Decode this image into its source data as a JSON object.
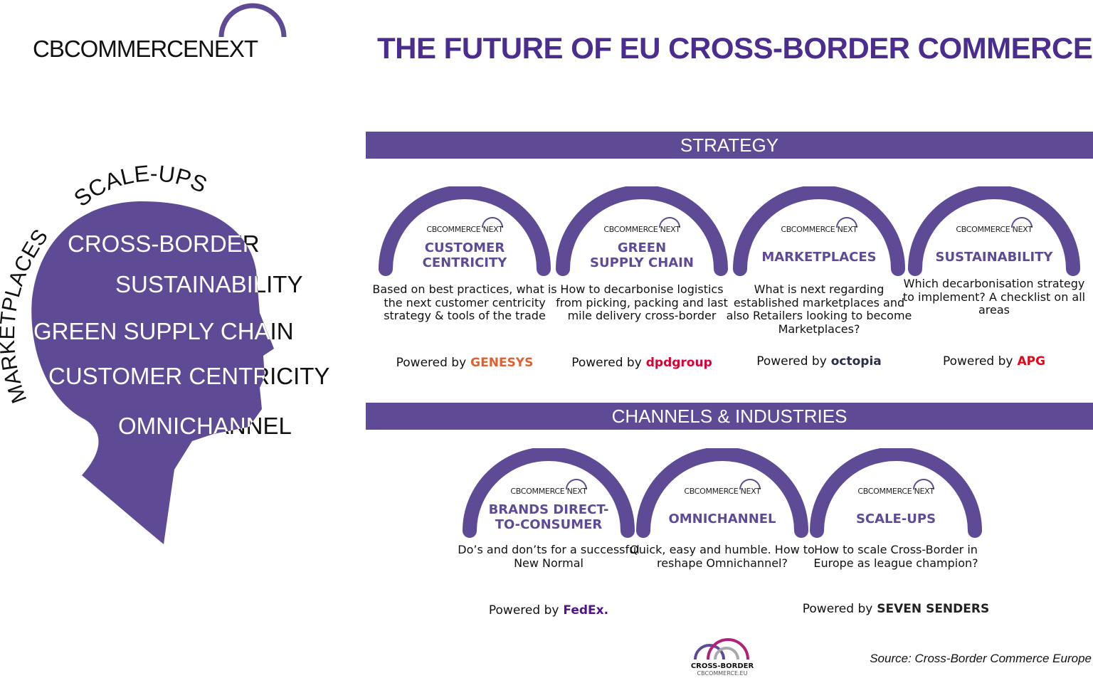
{
  "logo": {
    "cb": "CBCOMMERCE",
    "next": "NEXT"
  },
  "title": "THE FUTURE OF EU CROSS-BORDER COMMERCE",
  "head_words": {
    "scale_ups": "SCALE-UPS",
    "marketplaces": "MARKETPLACES",
    "cross_border": "CROSS-BORDER",
    "sustainability": "SUSTAINABILITY",
    "green_supply_chain": "GREEN SUPPLY CHAIN",
    "customer_centricity": "CUSTOMER CENTRICITY",
    "omnichannel": "OMNICHANNEL"
  },
  "colors": {
    "brand_purple": "#5f4b95",
    "title_purple": "#4a2d8e"
  },
  "sections": [
    {
      "label": "STRATEGY",
      "cards": [
        {
          "mini": "CBCOMMERCE NEXT",
          "title": [
            "CUSTOMER",
            "CENTRICITY"
          ],
          "desc": "Based on best practices, what is the next customer centricity strategy & tools of the trade",
          "powered": "Powered by",
          "sponsor": "GENESYS",
          "sponsor_color": "#e0602f"
        },
        {
          "mini": "CBCOMMERCE NEXT",
          "title": [
            "GREEN",
            "SUPPLY CHAIN"
          ],
          "desc": "How to decarbonise logistics from picking, packing and last mile delivery cross-border",
          "powered": "Powered by",
          "sponsor": "dpdgroup",
          "sponsor_color": "#dc0032"
        },
        {
          "mini": "CBCOMMERCE NEXT",
          "title": [
            "MARKETPLACES"
          ],
          "desc": "What is next regarding established marketplaces and also Retailers looking to become Marketplaces?",
          "powered": "Powered by",
          "sponsor": "octopia",
          "sponsor_color": "#2b2d4a"
        },
        {
          "mini": "CBCOMMERCE NEXT",
          "title": [
            "SUSTAINABILITY"
          ],
          "desc": "Which decarbonisation strategy to implement? A checklist on all areas",
          "powered": "Powered by",
          "sponsor": "APG",
          "sponsor_color": "#e3061b"
        }
      ]
    },
    {
      "label": "CHANNELS & INDUSTRIES",
      "cards": [
        {
          "mini": "CBCOMMERCE NEXT",
          "title": [
            "BRANDS DIRECT-",
            "TO-CONSUMER"
          ],
          "desc": "Do’s and don’ts for a successful New Normal",
          "powered": "Powered by",
          "sponsor": "FedEx.",
          "sponsor_color": "#4d148c"
        },
        {
          "mini": "CBCOMMERCE NEXT",
          "title": [
            "OMNICHANNEL"
          ],
          "desc": "Quick, easy and humble. How to reshape Omnichannel?",
          "powered": "",
          "sponsor": "",
          "sponsor_color": ""
        },
        {
          "mini": "CBCOMMERCE NEXT",
          "title": [
            "SCALE-UPS"
          ],
          "desc": "How to scale Cross-Border in Europe as league champion?",
          "powered": "Powered by",
          "sponsor": "SEVEN SENDERS",
          "sponsor_color": "#222"
        }
      ]
    }
  ],
  "footer": {
    "logo_top": "CROSS-BORDER",
    "logo_bottom": "CBCOMMERCE.EU",
    "source": "Source: Cross-Border Commerce Europe"
  }
}
